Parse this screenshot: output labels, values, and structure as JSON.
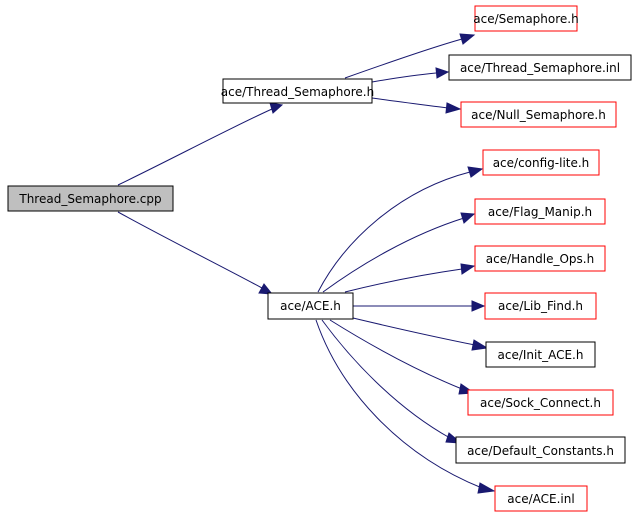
{
  "colors": {
    "root_fill": "#bfbfbf",
    "node_fill": "#ffffff",
    "documented_border": "#000000",
    "undocumented_border": "#ff0000",
    "edge": "#191970"
  },
  "nodes": {
    "thread_semaphore_cpp": {
      "label": "Thread_Semaphore.cpp",
      "kind": "root"
    },
    "thread_semaphore_h": {
      "label": "ace/Thread_Semaphore.h",
      "kind": "documented"
    },
    "semaphore_h": {
      "label": "ace/Semaphore.h",
      "kind": "undocumented"
    },
    "thread_semaphore_inl": {
      "label": "ace/Thread_Semaphore.inl",
      "kind": "documented"
    },
    "null_semaphore_h": {
      "label": "ace/Null_Semaphore.h",
      "kind": "undocumented"
    },
    "ace_h": {
      "label": "ace/ACE.h",
      "kind": "documented"
    },
    "config_lite_h": {
      "label": "ace/config-lite.h",
      "kind": "undocumented"
    },
    "flag_manip_h": {
      "label": "ace/Flag_Manip.h",
      "kind": "undocumented"
    },
    "handle_ops_h": {
      "label": "ace/Handle_Ops.h",
      "kind": "undocumented"
    },
    "lib_find_h": {
      "label": "ace/Lib_Find.h",
      "kind": "undocumented"
    },
    "init_ace_h": {
      "label": "ace/Init_ACE.h",
      "kind": "documented"
    },
    "sock_connect_h": {
      "label": "ace/Sock_Connect.h",
      "kind": "undocumented"
    },
    "default_constants_h": {
      "label": "ace/Default_Constants.h",
      "kind": "documented"
    },
    "ace_inl": {
      "label": "ace/ACE.inl",
      "kind": "undocumented"
    }
  }
}
